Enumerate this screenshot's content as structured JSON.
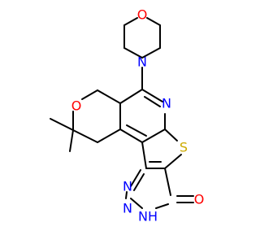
{
  "molecule": {
    "atoms": {
      "morpholine_o": {
        "label": "O",
        "color": "#ff0000"
      },
      "morpholine_n": {
        "label": "N",
        "color": "#0000ff"
      },
      "pyran_o": {
        "label": "O",
        "color": "#ff0000"
      },
      "pyridine_n": {
        "label": "N",
        "color": "#0000ff"
      },
      "thiophene_s": {
        "label": "S",
        "color": "#ccaa00"
      },
      "triazine_n1": {
        "label": "N",
        "color": "#0000ff"
      },
      "triazine_n2": {
        "label": "N",
        "color": "#0000ff"
      },
      "triazine_nh": {
        "label": "NH",
        "color": "#0000ff"
      },
      "carbonyl_o": {
        "label": "O",
        "color": "#ff0000"
      }
    },
    "bond_color": "#000000"
  }
}
